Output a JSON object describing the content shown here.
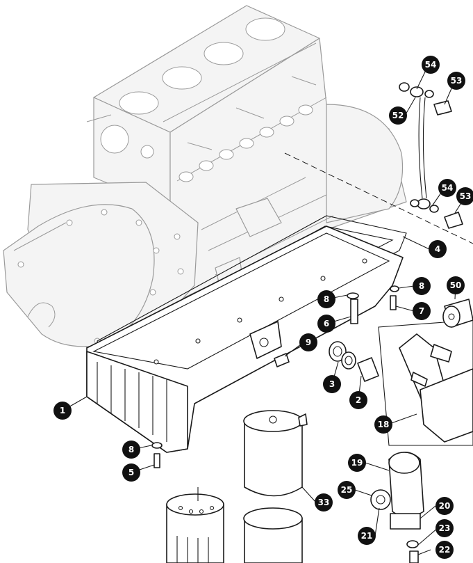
{
  "callouts": [
    {
      "id": "c1",
      "label": "1"
    },
    {
      "id": "c2",
      "label": "2"
    },
    {
      "id": "c3",
      "label": "3"
    },
    {
      "id": "c4",
      "label": "4"
    },
    {
      "id": "c5",
      "label": "5"
    },
    {
      "id": "c6",
      "label": "6"
    },
    {
      "id": "c7",
      "label": "7"
    },
    {
      "id": "c8a",
      "label": "8"
    },
    {
      "id": "c8b",
      "label": "8"
    },
    {
      "id": "c8c",
      "label": "8"
    },
    {
      "id": "c9",
      "label": "9"
    },
    {
      "id": "c18",
      "label": "18"
    },
    {
      "id": "c19",
      "label": "19"
    },
    {
      "id": "c20",
      "label": "20"
    },
    {
      "id": "c21",
      "label": "21"
    },
    {
      "id": "c22",
      "label": "22"
    },
    {
      "id": "c23",
      "label": "23"
    },
    {
      "id": "c25",
      "label": "25"
    },
    {
      "id": "c33",
      "label": "33"
    },
    {
      "id": "c50",
      "label": "50"
    },
    {
      "id": "c52",
      "label": "52"
    },
    {
      "id": "c53a",
      "label": "53"
    },
    {
      "id": "c53b",
      "label": "53"
    },
    {
      "id": "c54a",
      "label": "54"
    },
    {
      "id": "c54b",
      "label": "54"
    }
  ]
}
